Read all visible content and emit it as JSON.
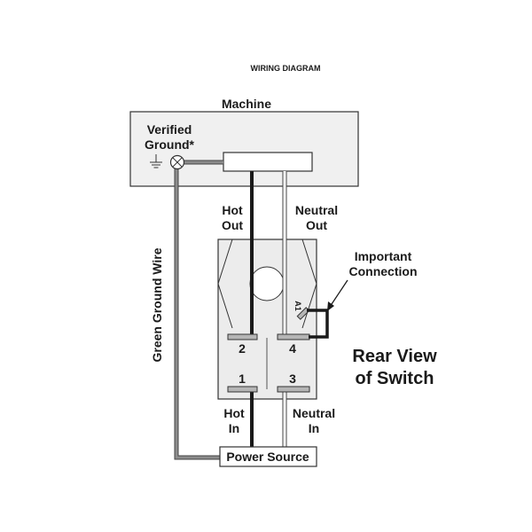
{
  "title": "WIRING DIAGRAM",
  "machine": {
    "label": "Machine",
    "ground_label_line1": "Verified",
    "ground_label_line2": "Ground*"
  },
  "wire_labels": {
    "hot_out_1": "Hot",
    "hot_out_2": "Out",
    "neutral_out_1": "Neutral",
    "neutral_out_2": "Out",
    "hot_in_1": "Hot",
    "hot_in_2": "In",
    "neutral_in_1": "Neutral",
    "neutral_in_2": "In",
    "ground_wire": "Green Ground Wire"
  },
  "callout": {
    "line1": "Important",
    "line2": "Connection"
  },
  "switch": {
    "terminal_a1": "A1",
    "terminal_1": "1",
    "terminal_2": "2",
    "terminal_3": "3",
    "terminal_4": "4",
    "view_label_line1": "Rear View",
    "view_label_line2": "of Switch"
  },
  "power_source": {
    "label": "Power Source"
  },
  "colors": {
    "machine_fill": "#f0f0f0",
    "switch_fill": "#ececec",
    "hot_wire": "#1a1a1a",
    "neutral_wire": "#ffffff",
    "ground_wire": "#8c8c8c",
    "terminal": "#b5b5b5"
  },
  "icons": {
    "ground": "ground-symbol-icon",
    "ground_screw": "ground-screw-icon",
    "switch_hole": "switch-mount-hole-icon"
  }
}
